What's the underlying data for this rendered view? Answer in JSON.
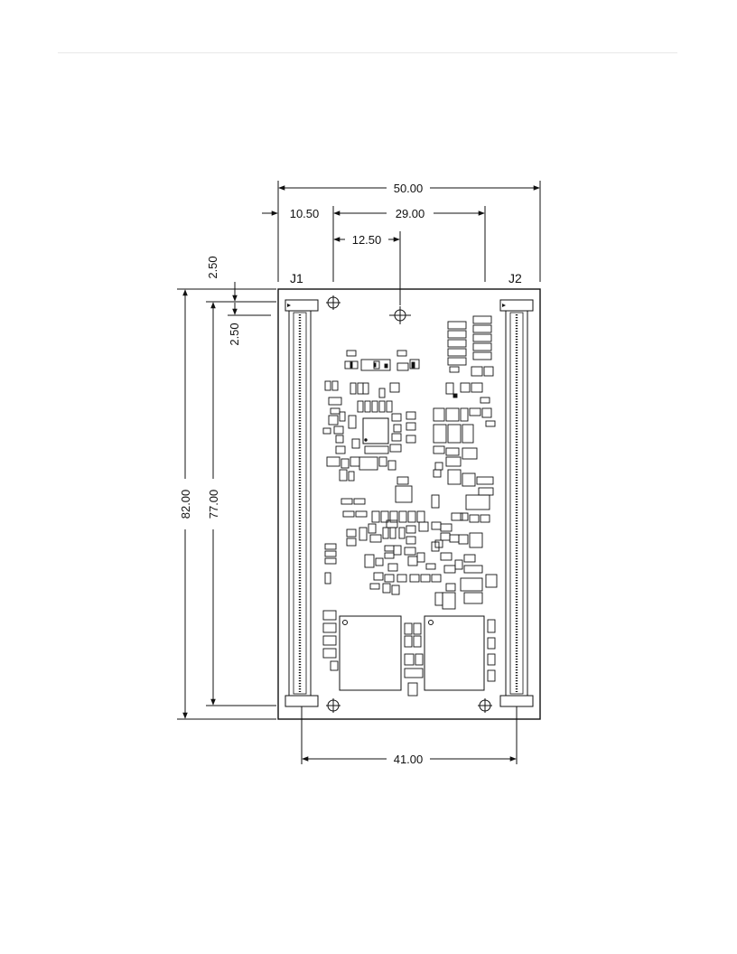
{
  "diagram": {
    "dimensions": {
      "overall_width": "50.00",
      "left_offset": "10.50",
      "center_spacing": "29.00",
      "center_offset": "12.50",
      "top_offset": "2.50",
      "hole_offset": "2.50",
      "overall_height": "82.00",
      "inner_height": "77.00",
      "bottom_width": "41.00"
    },
    "connectors": {
      "left": "J1",
      "right": "J2"
    }
  }
}
